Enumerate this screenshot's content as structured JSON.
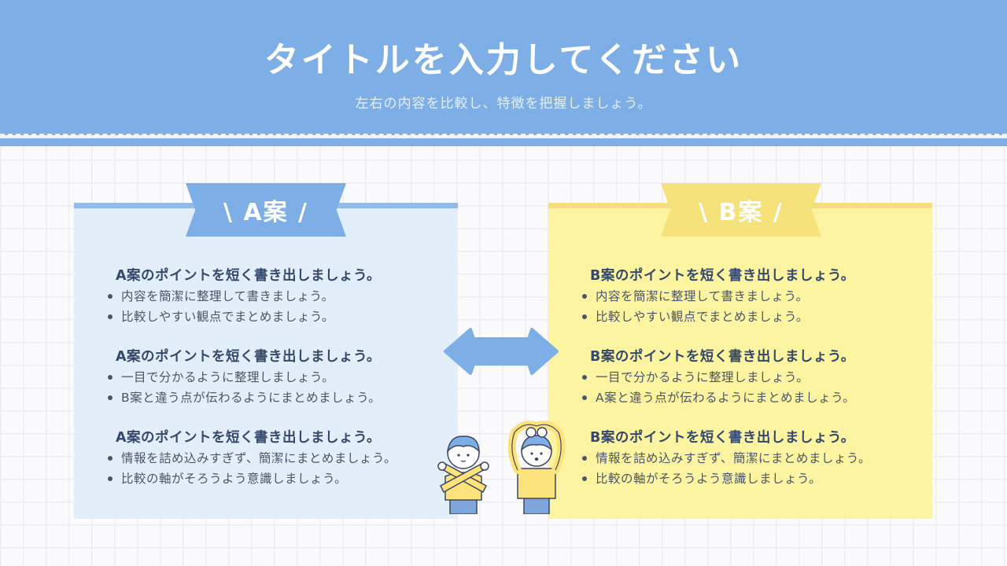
{
  "header": {
    "title": "タイトルを入力してください",
    "subtitle": "左右の内容を比較し、特徴を把握しましょう。",
    "color": "#7eaee6"
  },
  "plan_a": {
    "label": "\\ A案 /",
    "sections": [
      {
        "title": "A案のポイントを短く書き出しましょう。",
        "bullets": [
          "内容を簡潔に整理して書きましょう。",
          "比較しやすい観点でまとめましょう。"
        ]
      },
      {
        "title": "A案のポイントを短く書き出しましょう。",
        "bullets": [
          "一目で分かるように整理しましょう。",
          "B案と違う点が伝わるようにまとめましょう。"
        ]
      },
      {
        "title": "A案のポイントを短く書き出しましょう。",
        "bullets": [
          "情報を詰め込みすぎず、簡潔にまとめましょう。",
          "比較の軸がそろうよう意識しましょう。"
        ]
      }
    ]
  },
  "plan_b": {
    "label": "\\ B案 /",
    "sections": [
      {
        "title": "B案のポイントを短く書き出しましょう。",
        "bullets": [
          "内容を簡潔に整理して書きましょう。",
          "比較しやすい観点でまとめましょう。"
        ]
      },
      {
        "title": "B案のポイントを短く書き出しましょう。",
        "bullets": [
          "一目で分かるように整理しましょう。",
          "A案と違う点が伝わるようにまとめましょう。"
        ]
      },
      {
        "title": "B案のポイントを短く書き出しましょう。",
        "bullets": [
          "情報を詰め込みすぎず、簡潔にまとめましょう。",
          "比較の軸がそろうよう意識しましょう。"
        ]
      }
    ]
  },
  "icons": {
    "arrow": "double-arrow-icon",
    "person_left": "person-cross-arms-icon",
    "person_right": "person-circle-arms-icon"
  }
}
